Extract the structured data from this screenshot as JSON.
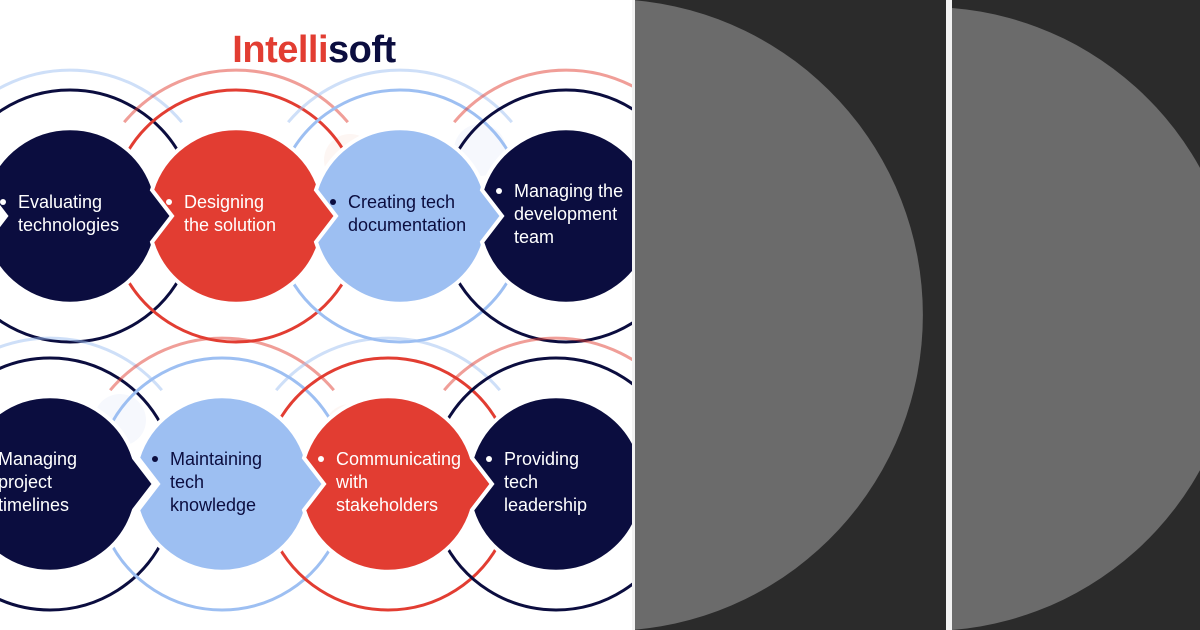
{
  "logo": {
    "part1": "Intelli",
    "part2": "soft"
  },
  "colors": {
    "navy": "#0b0d3f",
    "red": "#e23d32",
    "light_blue": "#9dbff2",
    "frame_gray": "#2b2b2b",
    "placeholder_gray": "#6b6b6b"
  },
  "row1": [
    {
      "lines": [
        "Evaluating",
        "technologies"
      ],
      "color": "navy"
    },
    {
      "lines": [
        "Designing",
        "the solution"
      ],
      "color": "red"
    },
    {
      "lines": [
        "Creating tech",
        "documentation"
      ],
      "color": "light_blue"
    },
    {
      "lines": [
        "Managing the",
        "development",
        "team"
      ],
      "color": "navy"
    }
  ],
  "row2": [
    {
      "lines": [
        "Managing",
        "project",
        "timelines"
      ],
      "color": "navy"
    },
    {
      "lines": [
        "Maintaining",
        "tech",
        "knowledge"
      ],
      "color": "light_blue"
    },
    {
      "lines": [
        "Communicating",
        "with",
        "stakeholders"
      ],
      "color": "red"
    },
    {
      "lines": [
        "Providing",
        "tech",
        "leadership"
      ],
      "color": "navy"
    }
  ]
}
